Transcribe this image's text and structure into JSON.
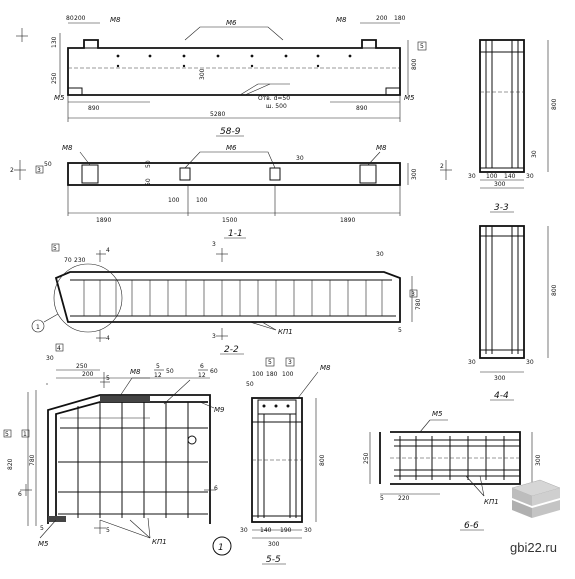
{
  "beam_elevation": {
    "marks": {
      "m8_left": "M8",
      "m6": "M6",
      "m8_right": "M8",
      "m5_left": "M5",
      "m5_right": "M5"
    },
    "dims": {
      "d80": "80",
      "d200a": "200",
      "d200b": "200",
      "d180": "180",
      "d130": "130",
      "d250": "250",
      "d890a": "890",
      "d890b": "890",
      "d800": "800",
      "d5280": "5280",
      "d300": "300"
    },
    "hole_note_1": "Отв. d=50",
    "hole_note_2": "ш. 500",
    "sheet_ref": "5",
    "title": "58-9"
  },
  "plan_view": {
    "marks": {
      "m8_left": "M8",
      "m6": "M6",
      "m8_right": "M8"
    },
    "dims": {
      "d1890": "1890",
      "d1500": "1500",
      "d1890b": "1890",
      "d100a": "100",
      "d100b": "100",
      "d50a": "50",
      "d50b": "50",
      "d300": "300",
      "d30": "30",
      "d50c": "50"
    },
    "cut_left": "2",
    "cut_right": "2",
    "sheet_ref": "3",
    "title": "1-1"
  },
  "section_3_3": {
    "dims": {
      "d800": "800",
      "d30a": "30",
      "d100": "100",
      "d140": "140",
      "d30b": "30",
      "d30c": "30",
      "d300": "300"
    },
    "title": "3-3"
  },
  "section_2_2": {
    "cut_4_top": "4",
    "cut_4_bottom": "4",
    "cut_3_top": "3",
    "cut_3_bottom": "3",
    "dims": {
      "d70": "70",
      "d230": "230",
      "d30": "30",
      "d5": "5",
      "d780": "780"
    },
    "kp_label": "КП1",
    "node_label": "1",
    "sheet_refs": [
      "5",
      "3"
    ],
    "title": "2-2"
  },
  "section_4_4": {
    "dims": {
      "d800": "800",
      "d30a": "30",
      "d30b": "30",
      "d300": "300"
    },
    "title": "4-4"
  },
  "node_detail": {
    "marks": {
      "m8": "M8",
      "m9": "M9",
      "m5": "M5",
      "kp1": "КП1"
    },
    "dims": {
      "d250": "250",
      "d200": "200",
      "d820": "820",
      "d780": "780",
      "d30": "30",
      "d5": "5"
    },
    "fractions": {
      "f1_num": "5",
      "f1_den": "12",
      "f1_val": "50",
      "f2_num": "6",
      "f2_den": "12",
      "f2_val": "60"
    },
    "cuts": {
      "c5_top": "5",
      "c5_bottom": "5",
      "c6_left": "6",
      "c6_right": "6"
    },
    "sheet_refs": [
      "4",
      "5",
      "1"
    ],
    "node_number": "1"
  },
  "section_5_5": {
    "dims": {
      "d100a": "100",
      "d100b": "100",
      "d180": "180",
      "d50": "50",
      "d800": "800",
      "d30a": "30",
      "d140": "140",
      "d190": "190",
      "d30b": "30",
      "d300": "300"
    },
    "marks": {
      "m8": "M8"
    },
    "sheet_refs": [
      "5",
      "3"
    ],
    "title": "5-5"
  },
  "section_6_6": {
    "dims": {
      "d250": "250",
      "d220": "220",
      "d5": "5",
      "d300": "300"
    },
    "marks": {
      "m5": "M5",
      "kp1": "КП1"
    },
    "title": "6-6"
  },
  "watermark": {
    "text": "gbi22.ru"
  }
}
